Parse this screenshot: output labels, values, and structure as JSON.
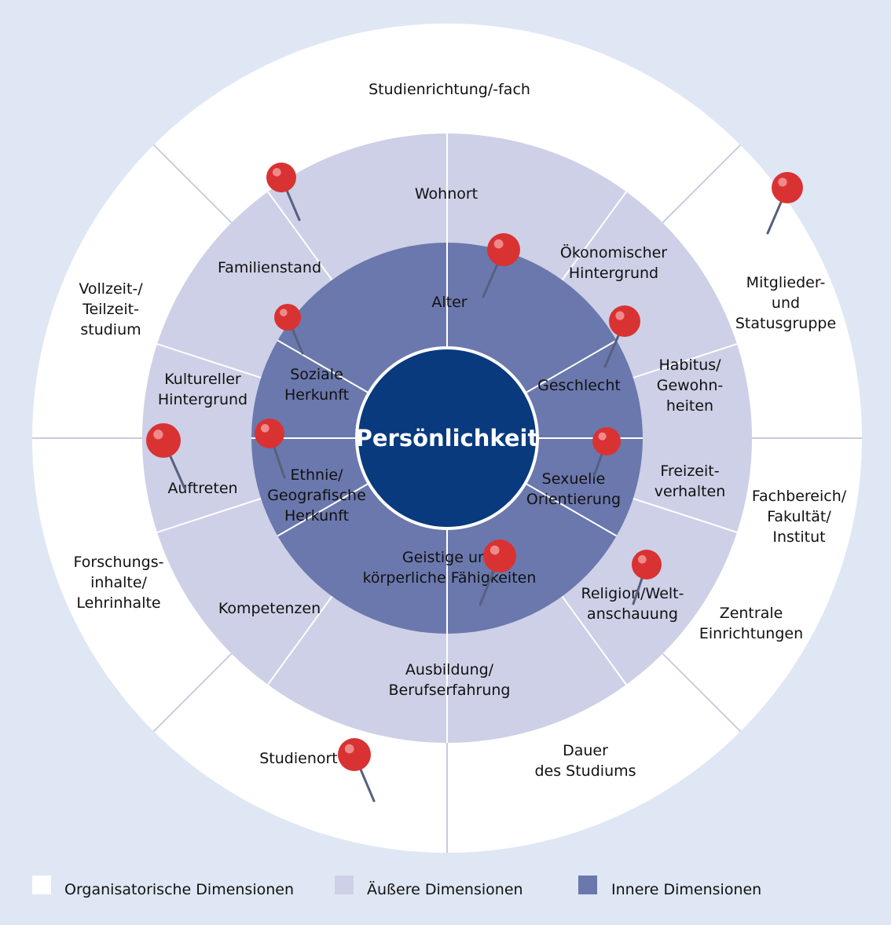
{
  "colors": {
    "page_background": "#dfe7f4",
    "organizational": "#ffffff",
    "external": "#cdd0e6",
    "internal": "#6b78ad",
    "core": "#083a7d",
    "divider_outer": "#c9ccde",
    "divider_inner": "#ffffff",
    "pin_head": "#d93232",
    "pin_needle": "#56607f"
  },
  "core": {
    "label": "Persönlichkeit"
  },
  "organizational_dimensions": [
    {
      "label": [
        "Studienrichtung/-fach"
      ]
    },
    {
      "label": [
        "Mitglieder-",
        "und",
        "Statusgruppe"
      ]
    },
    {
      "label": [
        "Fachbereich/",
        "Fakultät/",
        "Institut"
      ]
    },
    {
      "label": [
        "Zentrale",
        "Einrichtungen"
      ]
    },
    {
      "label": [
        "Dauer",
        "des Studiums"
      ]
    },
    {
      "label": [
        "Studienort"
      ]
    },
    {
      "label": [
        "Forschungs-",
        "inhalte/",
        "Lehrinhalte"
      ]
    },
    {
      "label": [
        "Vollzeit-/",
        "Teilzeit-",
        "studium"
      ]
    }
  ],
  "external_dimensions": [
    {
      "label": [
        "Wohnort"
      ]
    },
    {
      "label": [
        "Ökonomischer",
        "Hintergrund"
      ]
    },
    {
      "label": [
        "Habitus/",
        "Gewohn-",
        "heiten"
      ]
    },
    {
      "label": [
        "Freizeit-",
        "verhalten"
      ]
    },
    {
      "label": [
        "Religion/Welt-",
        "anschauung"
      ]
    },
    {
      "label": [
        "Ausbildung/",
        "Berufserfahrung"
      ]
    },
    {
      "label": [
        "Kompetenzen"
      ]
    },
    {
      "label": [
        "Auftreten"
      ]
    },
    {
      "label": [
        "Kultureller",
        "Hintergrund"
      ]
    },
    {
      "label": [
        "Familienstand"
      ]
    }
  ],
  "internal_dimensions": [
    {
      "label": [
        "Alter"
      ]
    },
    {
      "label": [
        "Geschlecht"
      ]
    },
    {
      "label": [
        "Sexuelle",
        "Orientierung"
      ]
    },
    {
      "label": [
        "Geistige und",
        "körperliche Fähigkeiten"
      ]
    },
    {
      "label": [
        "Ethnie/",
        "Geografische",
        "Herkunft"
      ]
    },
    {
      "label": [
        "Soziale",
        "Herkunft"
      ]
    }
  ],
  "legend": [
    {
      "label": "Organisatorische Dimensionen",
      "color": "#ffffff"
    },
    {
      "label": "Äußere Dimensionen",
      "color": "#cdd0e6"
    },
    {
      "label": "Innere Dimensionen",
      "color": "#6b78ad"
    }
  ]
}
